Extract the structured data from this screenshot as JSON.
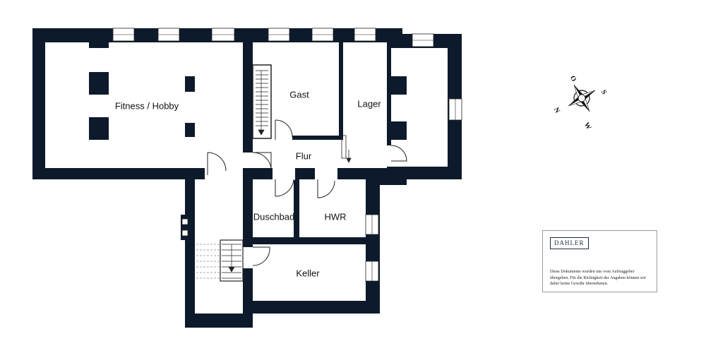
{
  "plan": {
    "rooms": [
      {
        "id": "fitness",
        "label": "Fitness / Hobby"
      },
      {
        "id": "gast",
        "label": "Gast"
      },
      {
        "id": "lager",
        "label": "Lager"
      },
      {
        "id": "flur",
        "label": "Flur"
      },
      {
        "id": "duschbad",
        "label": "Duschbad"
      },
      {
        "id": "hwr",
        "label": "HWR"
      },
      {
        "id": "keller",
        "label": "Keller"
      }
    ],
    "colors": {
      "wall": "#0d1a2c",
      "line": "#222222",
      "window": "#ffffff"
    }
  },
  "compass": {
    "north": "N",
    "east": "O",
    "south": "S",
    "west": "W"
  },
  "disclaimer": {
    "brand": "DAHLER",
    "text": "Diese Dokumente wurden uns vom Auftraggeber übergeben. Für die Richtigkeit der Angaben können wir daher keine Gewähr übernehmen."
  }
}
